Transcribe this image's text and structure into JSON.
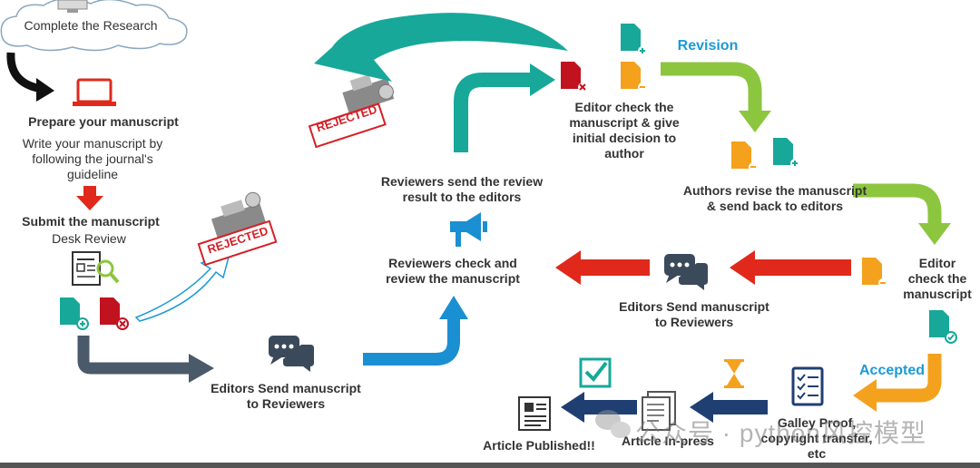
{
  "cloud": {
    "text": "Complete the Research"
  },
  "prepare": {
    "title": "Prepare your manuscript",
    "desc_lines": [
      "Write your manuscript by",
      "following the journal's",
      "guideline"
    ]
  },
  "submit": {
    "title": "Submit the manuscript",
    "sub": "Desk Review"
  },
  "stamp": {
    "text": "REJECTED"
  },
  "editors_send_1": {
    "lines": [
      "Editors Send manuscript",
      "to Reviewers"
    ]
  },
  "reviewers_send": {
    "lines": [
      "Reviewers send the review",
      "result to the editors"
    ]
  },
  "reviewers_check": {
    "lines": [
      "Reviewers check and",
      "review the manuscript"
    ]
  },
  "editor_initial": {
    "lines": [
      "Editor check the",
      "manuscript & give",
      "initial decision to",
      "author"
    ]
  },
  "revision": {
    "label": "Revision"
  },
  "authors_revise": {
    "lines": [
      "Authors revise the manuscript",
      "& send back to editors"
    ]
  },
  "editor_check": {
    "lines": [
      "Editor",
      "check the",
      "manuscript"
    ]
  },
  "editors_send_2": {
    "lines": [
      "Editors Send manuscript",
      "to Reviewers"
    ]
  },
  "accepted": {
    "label": "Accepted"
  },
  "galley": {
    "lines": [
      "Galley Proof,",
      "copyright transfer,",
      "etc"
    ]
  },
  "inpress": {
    "label": "Article In-press"
  },
  "published": {
    "label": "Article Published!!"
  },
  "watermark": {
    "text": "公众号 · python风控模型"
  },
  "colors": {
    "teal": "#17a89a",
    "red": "#e0291b",
    "darkred": "#c1121f",
    "orange": "#f4a11d",
    "green": "#8cc63f",
    "blue": "#1a8fd1",
    "navy": "#1f3f73",
    "slate": "#4a5a6a",
    "accent_blue": "#1b9ad6"
  }
}
